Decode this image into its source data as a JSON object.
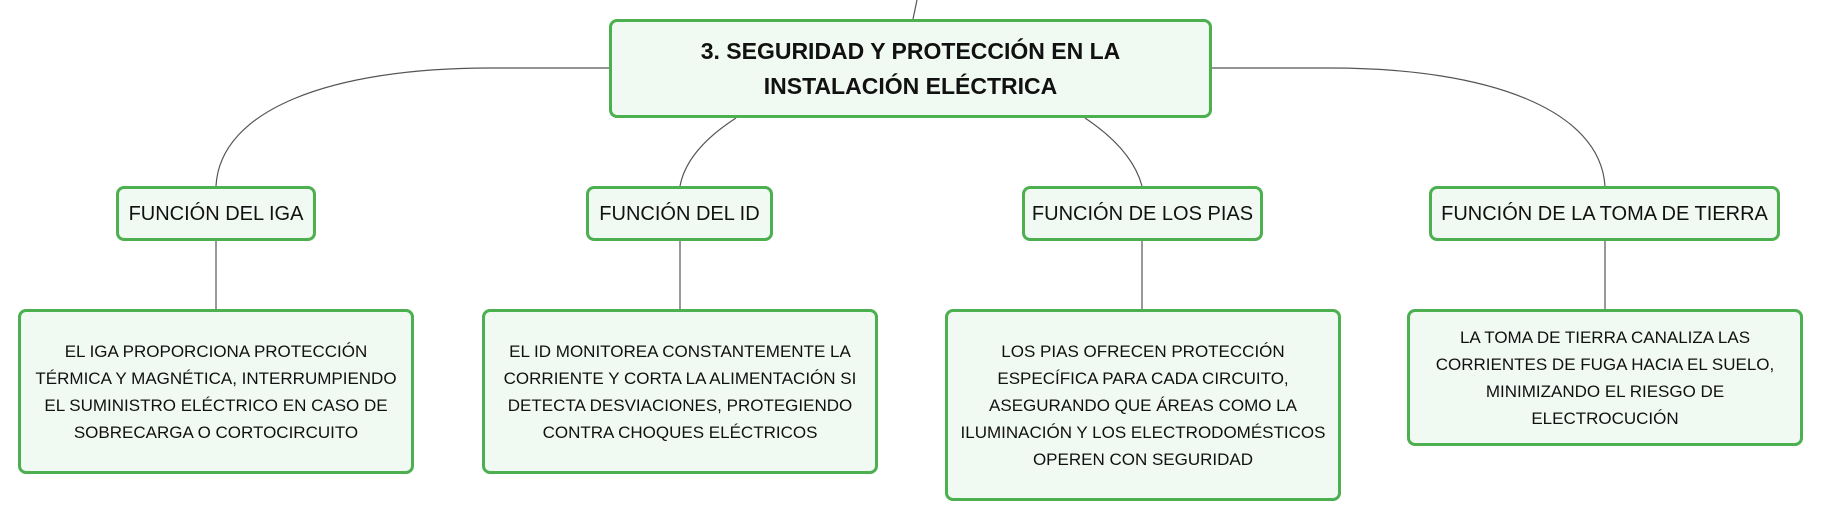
{
  "root": {
    "title": "3. SEGURIDAD Y PROTECCIÓN EN LA INSTALACIÓN ELÉCTRICA"
  },
  "branches": [
    {
      "label": "FUNCIÓN DEL IGA",
      "description": "EL IGA PROPORCIONA PROTECCIÓN TÉRMICA Y MAGNÉTICA, INTERRUMPIENDO EL SUMINISTRO ELÉCTRICO EN CASO DE SOBRECARGA O CORTOCIRCUITO"
    },
    {
      "label": "FUNCIÓN DEL ID",
      "description": "EL ID MONITOREA CONSTANTEMENTE LA CORRIENTE Y CORTA LA ALIMENTACIÓN SI DETECTA DESVIACIONES, PROTEGIENDO CONTRA CHOQUES ELÉCTRICOS"
    },
    {
      "label": "FUNCIÓN DE LOS PIAS",
      "description": "LOS PIAS OFRECEN PROTECCIÓN ESPECÍFICA PARA CADA CIRCUITO, ASEGURANDO QUE ÁREAS COMO LA ILUMINACIÓN Y LOS ELECTRODOMÉSTICOS OPEREN CON SEGURIDAD"
    },
    {
      "label": "FUNCIÓN DE LA TOMA DE TIERRA",
      "description": "LA TOMA DE TIERRA CANALIZA LAS CORRIENTES DE FUGA HACIA EL SUELO, MINIMIZANDO EL RIESGO DE ELECTROCUCIÓN"
    }
  ],
  "colors": {
    "node_border": "#4caf50",
    "node_fill": "#f1f9f3",
    "connector": "#555555"
  }
}
